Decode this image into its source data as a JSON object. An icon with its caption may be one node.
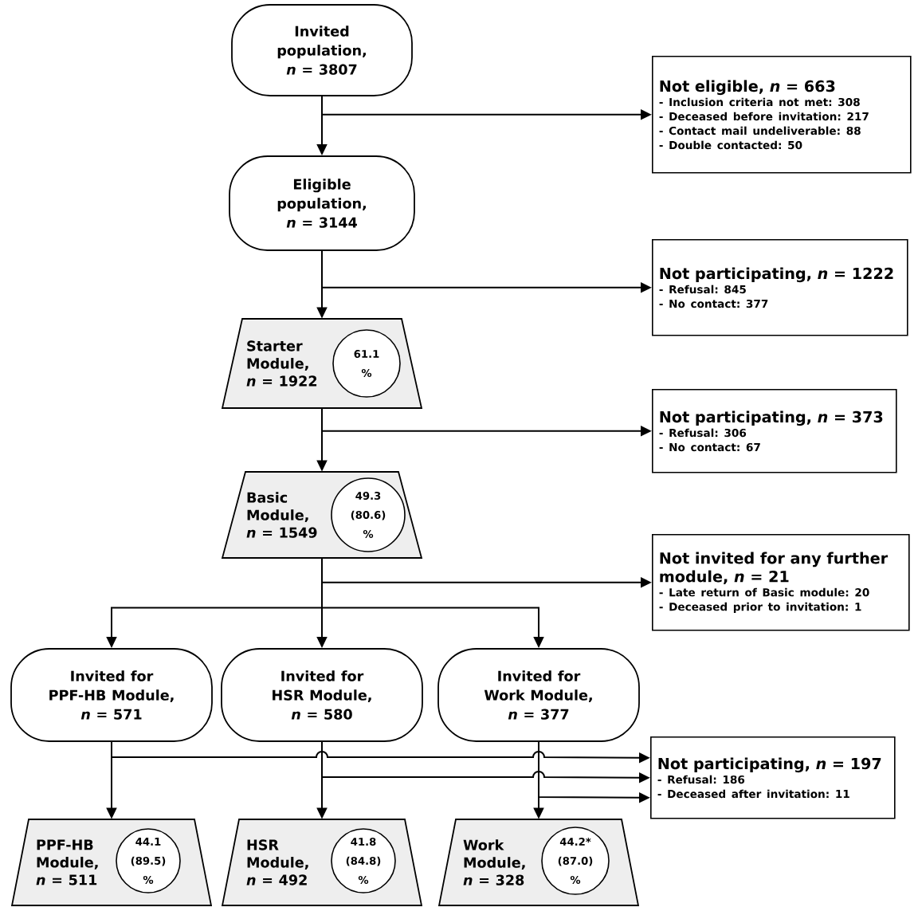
{
  "diagram": {
    "nodes": [
      {
        "text": [
          "Invited population, *n* = 3807"
        ]
      },
      {
        "text": [
          "Not eligible, *n* = 663",
          "- Inclusion criteria not met: 308",
          "- Deceased before invitation: 217",
          "- Contact mail undeliverable: 88",
          "- Double contacted: 50"
        ]
      },
      {
        "text": [
          "Eligible population, *n* = 3144"
        ]
      },
      {
        "text": [
          "Not participating, *n* = 1222",
          "- Refusal: 845",
          "- No contact: 377"
        ]
      },
      {
        "text": [
          "Starter Module, *n* = 1922"
        ]
      },
      {
        "text": [
          "61.1 %"
        ],
        "in": 4
      },
      {
        "text": [
          "Not participating, *n* = 373",
          "- Refusal: 306",
          "- No contact: 67"
        ]
      },
      {
        "text": [
          "Basic Module, *n* = 1549"
        ]
      },
      {
        "text": [
          "49.3 (80.6) %"
        ],
        "in": 7
      },
      {
        "text": [
          "Not invited for any further module, *n* = 21",
          "- Late return of Basic module: 20",
          "- Deceased prior to invitation: 1"
        ]
      },
      {
        "text": [
          "Invited for PPF-HB Module, *n* = 571"
        ]
      },
      {
        "text": [
          "Invited for HSR Module, *n* = 580"
        ]
      },
      {
        "text": [
          "Invited for Work Module, *n* = 377"
        ]
      },
      {
        "text": [
          "Not participating, *n* = 197",
          "- Refusal: 186",
          "- Deceased after invitation: 11"
        ]
      },
      {
        "text": [
          "PPF-HB Module, *n* = 511"
        ]
      },
      {
        "text": [
          "44.1 (89.5) %"
        ],
        "in": 14
      },
      {
        "text": [
          "HSR Module, *n* = 492"
        ]
      },
      {
        "text": [
          "41.8 (84.8) %"
        ],
        "in": 16
      },
      {
        "text": [
          "Work Module, *n* = 328"
        ]
      },
      {
        "text": [
          "44.2* (87.0) %"
        ],
        "in": 18
      }
    ],
    "edges": [
      {
        "from": 0,
        "to": 2,
        "arrow": "to"
      },
      {
        "from": 0,
        "to": 1,
        "arrow": "to"
      },
      {
        "from": 2,
        "to": 4,
        "arrow": "to"
      },
      {
        "from": 2,
        "to": 3,
        "arrow": "to"
      },
      {
        "from": 4,
        "to": 7,
        "arrow": "to"
      },
      {
        "from": 4,
        "to": 6,
        "arrow": "to"
      },
      {
        "from": 7,
        "to": 9,
        "arrow": "to"
      },
      {
        "from": 7,
        "to": 10,
        "arrow": "to"
      },
      {
        "from": 7,
        "to": 11,
        "arrow": "to"
      },
      {
        "from": 7,
        "to": 12,
        "arrow": "to"
      },
      {
        "from": 10,
        "to": 14,
        "arrow": "to"
      },
      {
        "from": 11,
        "to": 16,
        "arrow": "to"
      },
      {
        "from": 12,
        "to": 18,
        "arrow": "to"
      },
      {
        "from": 10,
        "to": 13,
        "arrow": "to"
      },
      {
        "from": 11,
        "to": 13,
        "arrow": "to"
      },
      {
        "from": 12,
        "to": 13,
        "arrow": "to"
      }
    ]
  }
}
